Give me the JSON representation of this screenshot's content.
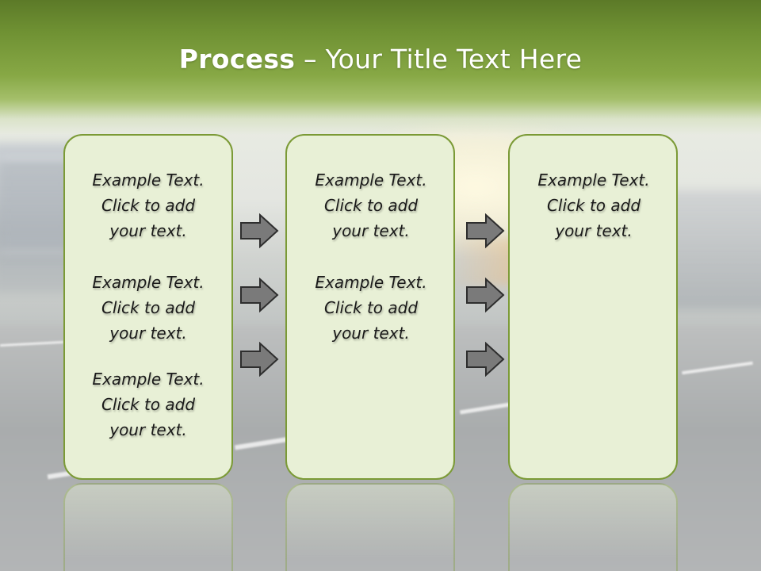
{
  "slide": {
    "title_bold": "Process",
    "title_rest": "– Your Title Text Here"
  },
  "columns": [
    {
      "blocks": [
        {
          "line1": "Example Text.",
          "line2": "Click  to add",
          "line3": "your text."
        },
        {
          "line1": "Example Text.",
          "line2": "Click  to add",
          "line3": "your text."
        },
        {
          "line1": "Example Text.",
          "line2": "Click  to add",
          "line3": "your text."
        }
      ]
    },
    {
      "blocks": [
        {
          "line1": "Example Text.",
          "line2": "Click  to add",
          "line3": "your text."
        },
        {
          "line1": "Example Text.",
          "line2": "Click  to add",
          "line3": "your text."
        }
      ]
    },
    {
      "blocks": [
        {
          "line1": "Example Text.",
          "line2": "Click  to add",
          "line3": "your text."
        }
      ]
    }
  ],
  "colors": {
    "header_green": "#6f9133",
    "panel_fill": "#e8f0d6",
    "panel_border": "#7b9a36",
    "arrow_fill": "#7a7a7a"
  },
  "icons": {
    "arrow": "right-arrow-icon"
  }
}
